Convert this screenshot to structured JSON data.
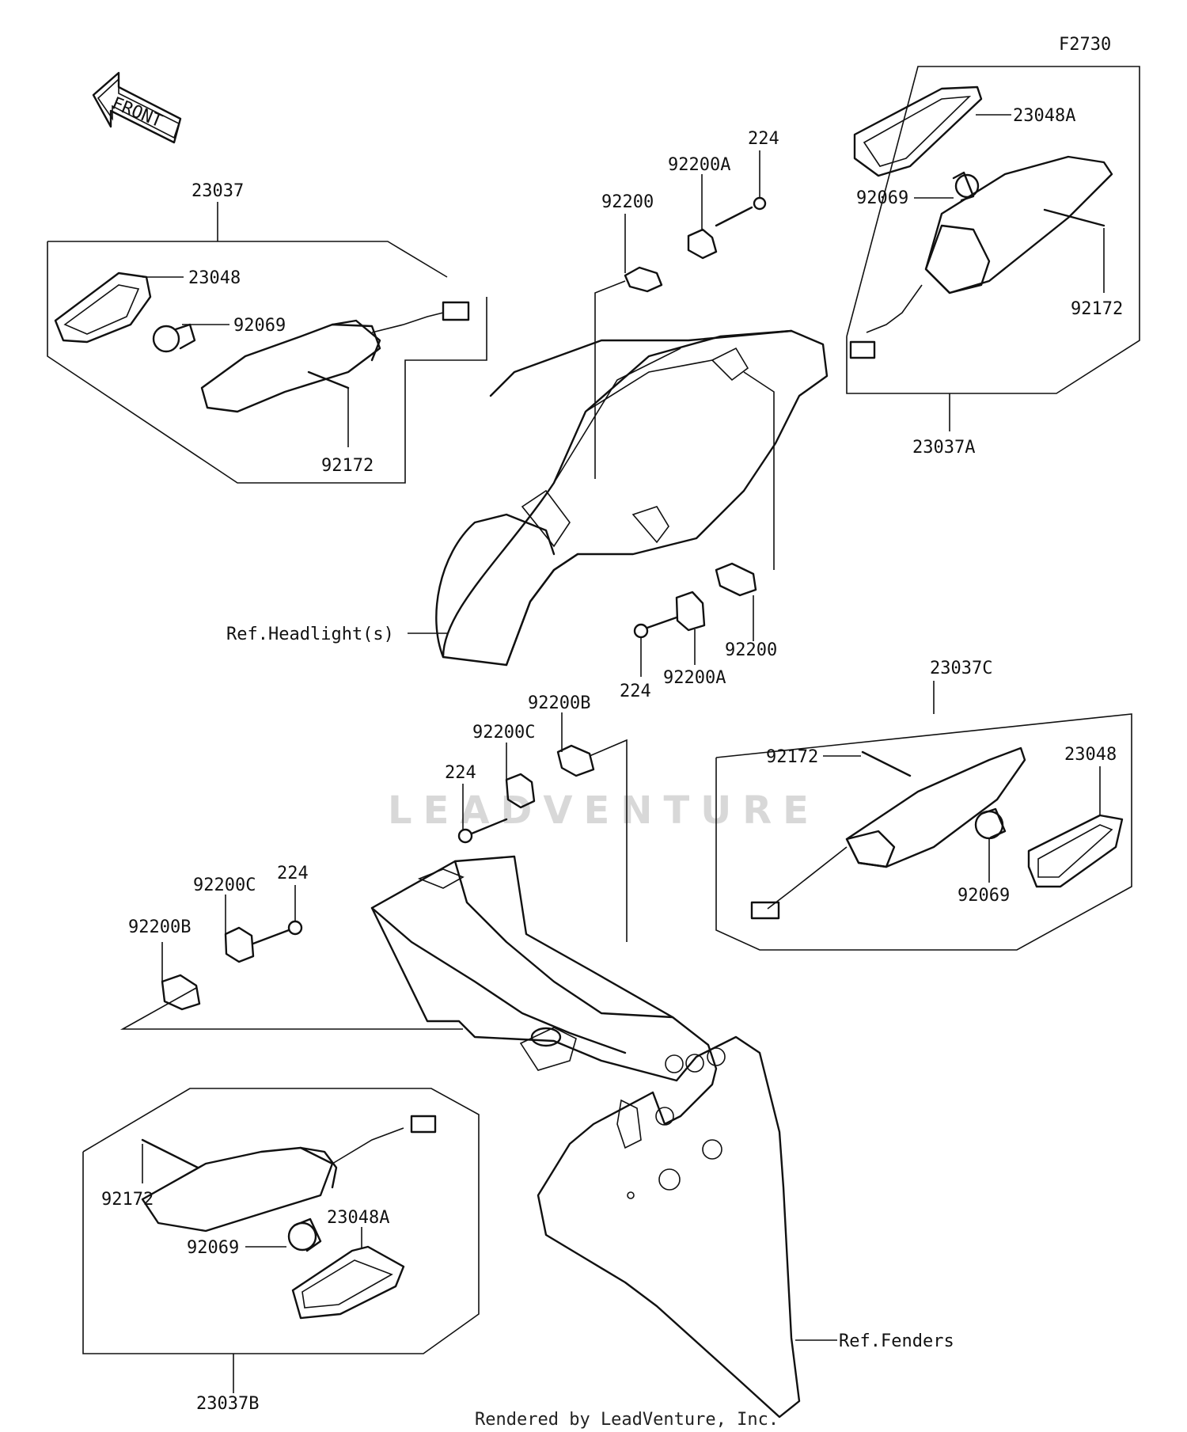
{
  "diagram": {
    "figure_code": "F2730",
    "front_label": "FRONT",
    "footer": "Rendered by LeadVenture, Inc.",
    "watermark": "LEADVENTURE",
    "refs": {
      "headlight": "Ref.Headlight(s)",
      "fenders": "Ref.Fenders"
    },
    "labels": {
      "a23037": "23037",
      "a23048": "23048",
      "a92069": "92069",
      "a92172": "92172",
      "b92200": "92200",
      "b92200A": "92200A",
      "b224": "224",
      "c23048A": "23048A",
      "c92069": "92069",
      "c92172": "92172",
      "c23037A": "23037A",
      "d92200": "92200",
      "d92200A": "92200A",
      "d224": "224",
      "e92200B": "92200B",
      "e92200C": "92200C",
      "e224": "224",
      "f23037C": "23037C",
      "f92172": "92172",
      "f23048": "23048",
      "f92069": "92069",
      "g92200C": "92200C",
      "g224": "224",
      "g92200B": "92200B",
      "h92172": "92172",
      "h23048A": "23048A",
      "h92069": "92069",
      "h23037B": "23037B"
    }
  }
}
